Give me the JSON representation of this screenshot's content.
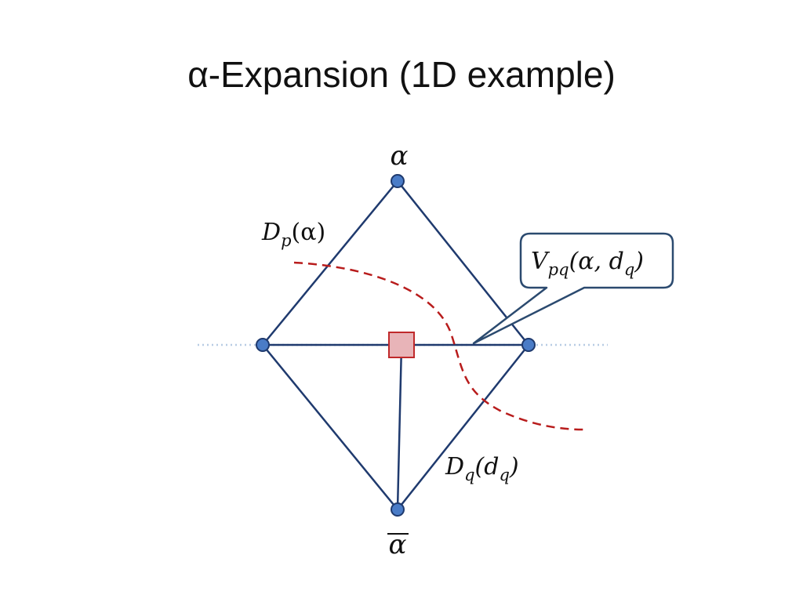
{
  "title": "α-Expansion (1D example)",
  "labels": {
    "source": "α",
    "sink_base": "α",
    "dp_main": "D",
    "dp_sub": "p",
    "dp_arg": "(α)",
    "dq_main": "D",
    "dq_sub": "q",
    "dq_arg_open": "(d",
    "dq_arg_sub": "q",
    "dq_arg_close": ")",
    "callout_main": "V",
    "callout_sub": "pq",
    "callout_arg_open": "(α, d",
    "callout_arg_sub": "q",
    "callout_arg_close": ")"
  },
  "colors": {
    "edge": "#1f3a6e",
    "node_fill": "#4a7cc7",
    "node_stroke": "#1f3a6e",
    "aux_fill": "#e8b4b8",
    "aux_stroke": "#c0292b",
    "cut": "#b81c1c",
    "guide": "#b8cce4",
    "callout_border": "#2b4a6f"
  }
}
